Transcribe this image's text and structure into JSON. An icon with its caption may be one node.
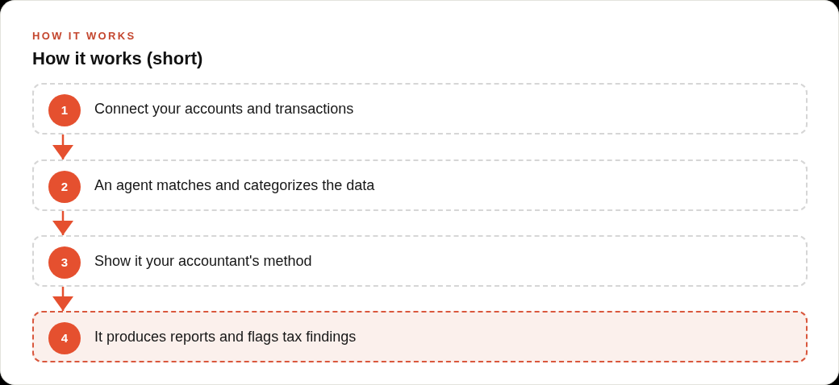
{
  "diagram": {
    "title": "How it works (short)",
    "nodes": [
      {
        "text": [
          "Connect your accounts and transactions"
        ]
      },
      {
        "text": [
          "1"
        ],
        "in": 0
      },
      {
        "text": [
          "An agent matches and categorizes the data"
        ]
      },
      {
        "text": [
          "2"
        ],
        "in": 2
      },
      {
        "text": [
          "Show it your accountant's method"
        ]
      },
      {
        "text": [
          "3"
        ],
        "in": 4
      },
      {
        "text": [
          "It produces reports and flags tax findings"
        ]
      },
      {
        "text": [
          "4"
        ],
        "in": 6
      }
    ],
    "edges": [
      {
        "from": 0,
        "to": 2,
        "arrow": "to"
      },
      {
        "from": 2,
        "to": 4,
        "arrow": "to"
      },
      {
        "from": 4,
        "to": 6,
        "arrow": "to"
      }
    ],
    "labels": [
      "HOW IT WORKS"
    ]
  }
}
